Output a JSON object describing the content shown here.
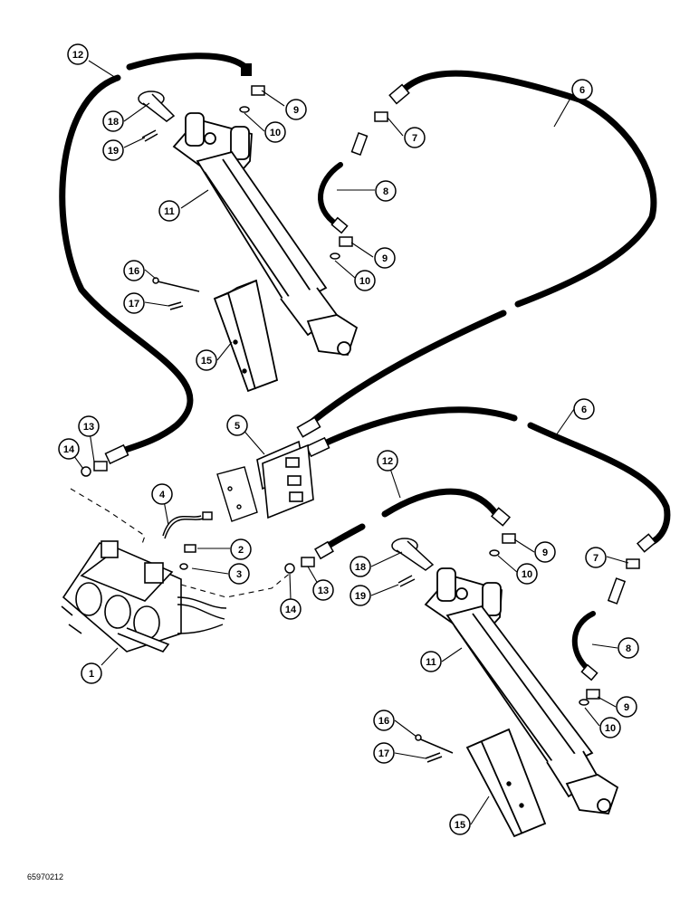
{
  "figure_code": "65970212",
  "callouts": {
    "c12a": "12",
    "c18a": "18",
    "c19a": "19",
    "c9a": "9",
    "c10a": "10",
    "c11a": "11",
    "c6a": "6",
    "c7a": "7",
    "c8a": "8",
    "c9b": "9",
    "c10b": "10",
    "c16a": "16",
    "c17a": "17",
    "c15a": "15",
    "c5": "5",
    "c6b": "6",
    "c13a": "13",
    "c14a": "14",
    "c4": "4",
    "c2": "2",
    "c3": "3",
    "c12b": "12",
    "c9c": "9",
    "c10c": "10",
    "c18b": "18",
    "c19b": "19",
    "c14b": "14",
    "c13b": "13",
    "c1": "1",
    "c7b": "7",
    "c11b": "11",
    "c8b": "8",
    "c9d": "9",
    "c10d": "10",
    "c16b": "16",
    "c17b": "17",
    "c15b": "15"
  }
}
